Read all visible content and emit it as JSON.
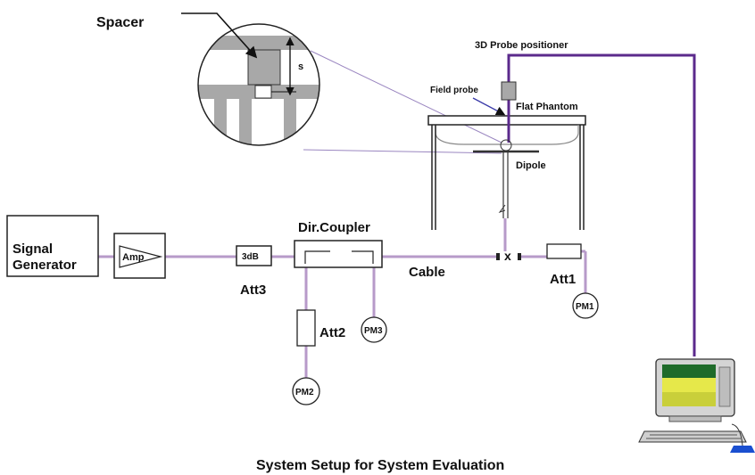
{
  "labels": {
    "spacer": "Spacer",
    "s": "s",
    "probe_positioner": "3D Probe positioner",
    "field_probe": "Field probe",
    "flat_phantom": "Flat Phantom",
    "dipole": "Dipole",
    "signal_generator_line1": "Signal",
    "signal_generator_line2": "Generator",
    "amp": "Amp",
    "three_db": "3dB",
    "att3": "Att3",
    "dir_coupler": "Dir.Coupler",
    "cable": "Cable",
    "x_mark": "x",
    "att1": "Att1",
    "pm1": "PM1",
    "att2": "Att2",
    "pm3": "PM3",
    "pm2": "PM2",
    "caption": "System Setup for System Evaluation"
  },
  "colors": {
    "cable": "#b79ac9",
    "positioner": "#5b2a8c",
    "inset_gray": "#a8a8a8",
    "screen_green": "#1f6b2a",
    "screen_yellow": "#e6e84a",
    "mouse_blue": "#1a4fd0"
  }
}
